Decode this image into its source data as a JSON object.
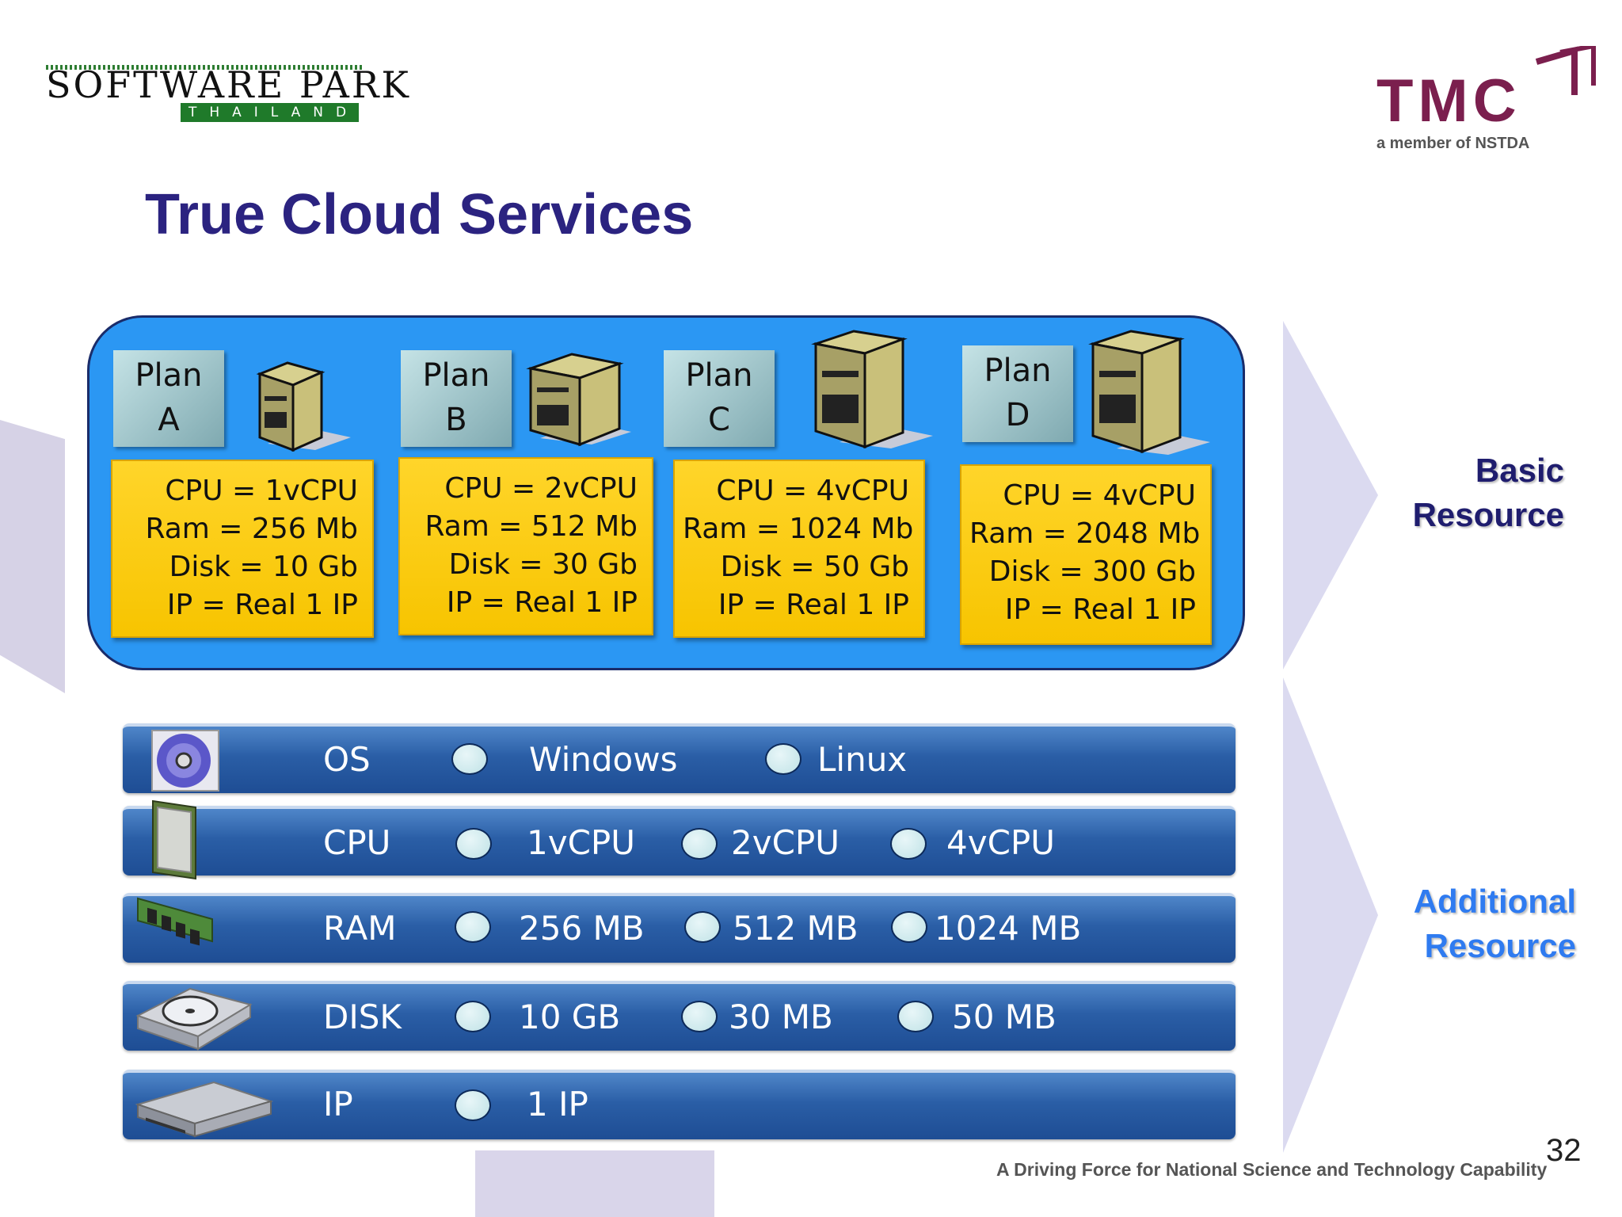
{
  "logos": {
    "software_park": {
      "name": "SOFTWARE PARK",
      "sub": "THAILAND"
    },
    "tmc": {
      "name": "TMC",
      "sub": "a member of NSTDA"
    }
  },
  "title": "True Cloud Services",
  "plans": [
    {
      "tag_line1": "Plan",
      "tag_line2": "A",
      "specs": [
        "CPU  = 1vCPU",
        "Ram = 256 Mb",
        "Disk = 10 Gb",
        "IP = Real 1 IP"
      ]
    },
    {
      "tag_line1": "Plan",
      "tag_line2": "B",
      "specs": [
        "CPU  = 2vCPU",
        "Ram = 512 Mb",
        "Disk = 30 Gb",
        "IP = Real 1 IP"
      ]
    },
    {
      "tag_line1": "Plan",
      "tag_line2": "C",
      "specs": [
        "CPU  = 4vCPU",
        "Ram = 1024 Mb",
        "Disk = 50 Gb",
        "IP = Real 1 IP"
      ]
    },
    {
      "tag_line1": "Plan",
      "tag_line2": "D",
      "specs": [
        "CPU  = 4vCPU",
        "Ram = 2048 Mb",
        "Disk = 300 Gb",
        "IP = Real 1 IP"
      ]
    }
  ],
  "resources": [
    {
      "label": "OS",
      "icon": "cd-disc-icon",
      "options": [
        "Windows",
        "Linux"
      ]
    },
    {
      "label": "CPU",
      "icon": "cpu-chip-icon",
      "options": [
        "1vCPU",
        "2vCPU",
        "4vCPU"
      ]
    },
    {
      "label": "RAM",
      "icon": "ram-module-icon",
      "options": [
        "256 MB",
        "512 MB",
        "1024 MB"
      ]
    },
    {
      "label": "DISK",
      "icon": "hard-disk-icon",
      "options": [
        "10 GB",
        "30 MB",
        "50 MB"
      ]
    },
    {
      "label": "IP",
      "icon": "network-device-icon",
      "options": [
        "1 IP"
      ]
    }
  ],
  "side_labels": {
    "basic": {
      "line1": "Basic",
      "line2": "Resource",
      "color": "#1f1d6e"
    },
    "additional": {
      "line1": "Additional",
      "line2": "Resource",
      "color": "#2f7bf0"
    }
  },
  "footer": "A Driving Force for National Science and Technology Capability",
  "page_number": "32"
}
